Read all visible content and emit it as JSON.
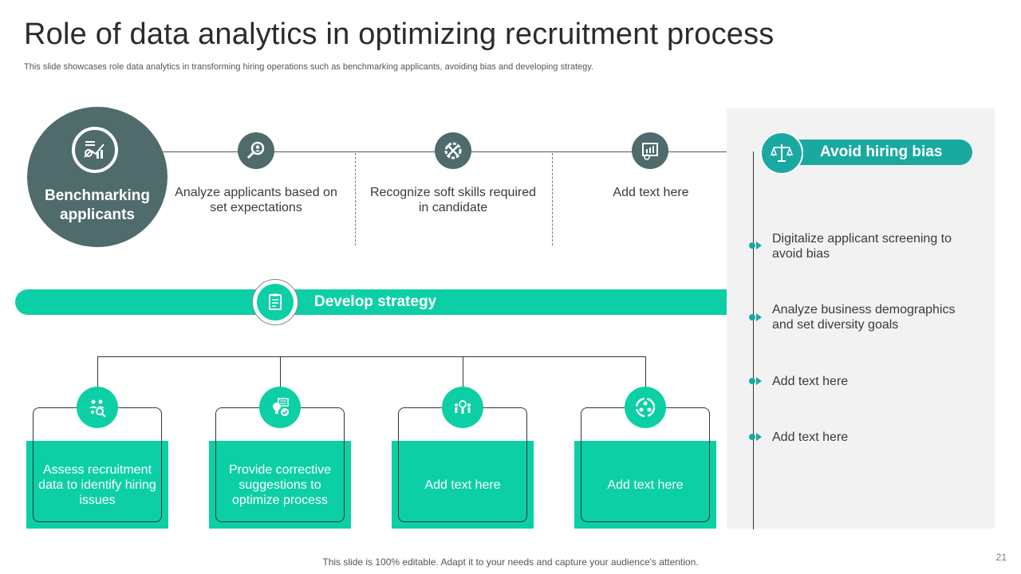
{
  "title": "Role of data analytics in optimizing recruitment process",
  "subtitle": "This slide showcases role data analytics in transforming hiring operations such as benchmarking applicants, avoiding bias and developing strategy.",
  "benchmark": {
    "label": "Benchmarking applicants",
    "items": [
      {
        "text": "Analyze applicants based on set expectations",
        "icon": "search-person-icon"
      },
      {
        "text": "Recognize soft skills required in candidate",
        "icon": "gear-tools-icon"
      },
      {
        "text": "Add text here",
        "icon": "report-search-icon"
      }
    ]
  },
  "strategy": {
    "label": "Develop strategy",
    "cards": [
      {
        "text": "Assess recruitment data to identify hiring issues",
        "icon": "team-search-icon"
      },
      {
        "text": "Provide corrective suggestions to optimize process",
        "icon": "lightbulb-check-icon"
      },
      {
        "text": "Add text here",
        "icon": "team-network-icon"
      },
      {
        "text": "Add text here",
        "icon": "cycle-people-icon"
      }
    ]
  },
  "bias": {
    "label": "Avoid hiring bias",
    "items": [
      {
        "text": "Digitalize applicant screening to avoid bias"
      },
      {
        "text": "Analyze business demographics and set diversity goals"
      },
      {
        "text": "Add text here"
      },
      {
        "text": "Add text here"
      }
    ]
  },
  "footer": "This slide is 100% editable. Adapt it to your needs and capture your audience's attention.",
  "page_number": "21",
  "colors": {
    "teal_dark": "#4f6b6b",
    "green": "#0dcfa6",
    "teal": "#1aa9a0",
    "panel": "#f2f2f2"
  }
}
